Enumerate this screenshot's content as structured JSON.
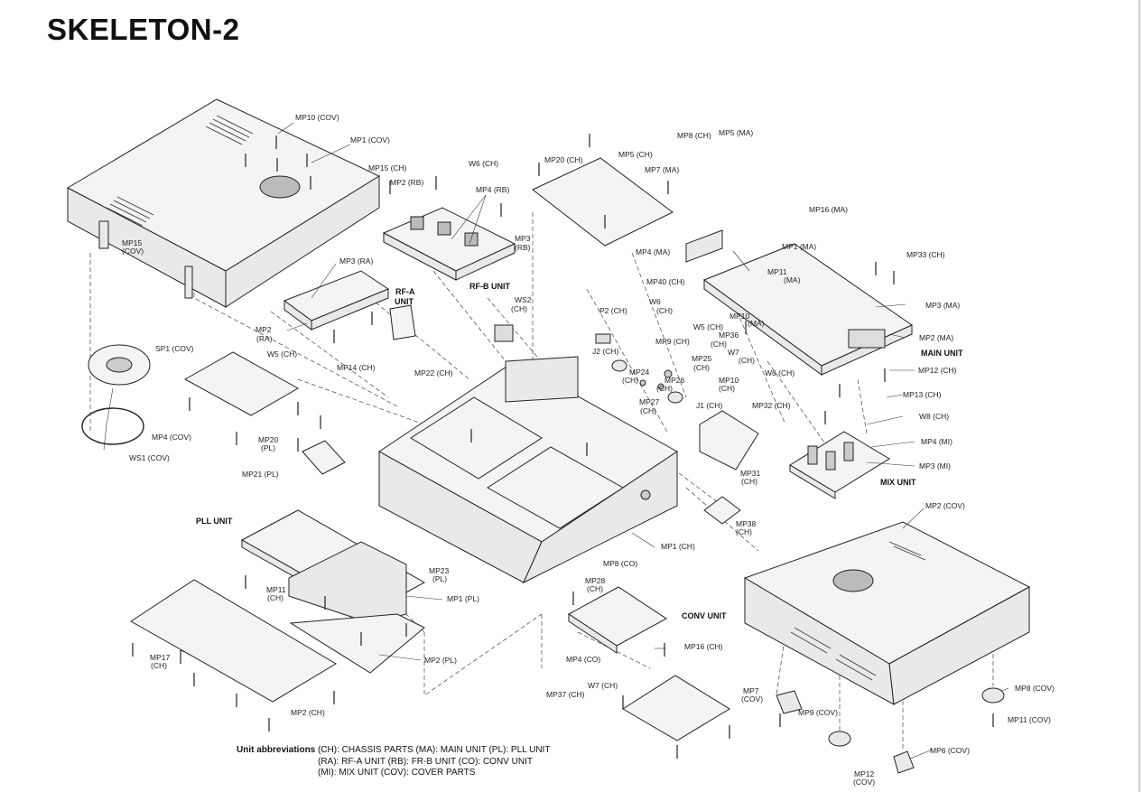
{
  "page": {
    "title": "SKELETON-2"
  },
  "abbreviations": {
    "heading": "Unit abbreviations",
    "line1": "(CH): CHASSIS PARTS  (MA): MAIN UNIT  (PL): PLL UNIT",
    "line2": "(RA): RF-A UNIT  (RB): FR-B UNIT  (CO): CONV UNIT",
    "line3": "(MI): MIX UNIT  (COV): COVER PARTS"
  },
  "units": {
    "rfa": "RF-A",
    "rfa2": "UNIT",
    "rfb": "RF-B UNIT",
    "main": "MAIN UNIT",
    "mix": "MIX UNIT",
    "pll": "PLL UNIT",
    "conv": "CONV UNIT"
  },
  "labels": {
    "mp10_cov": "MP10 (COV)",
    "mp1_cov": "MP1 (COV)",
    "mp15_cov_a": "MP15",
    "mp15_cov_b": "(COV)",
    "mp15_ch": "MP15 (CH)",
    "mp2_rb": "MP2 (RB)",
    "w6_ch_top": "W6 (CH)",
    "mp4_rb": "MP4 (RB)",
    "mp3_rb_a": "MP3",
    "mp3_rb_b": "(RB)",
    "mp20_ch": "MP20 (CH)",
    "mp5_ch": "MP5 (CH)",
    "mp8_ch": "MP8 (CH)",
    "mp5_ma": "MP5 (MA)",
    "mp7_ma": "MP7 (MA)",
    "mp16_ma": "MP16 (MA)",
    "mp4_ma": "MP4 (MA)",
    "mp1_ma": "MP1 (MA)",
    "mp11_ma_a": "MP11",
    "mp11_ma_b": "(MA)",
    "mp33_ch": "MP33 (CH)",
    "mp3_ra": "MP3 (RA)",
    "mp2_ra_a": "MP2",
    "mp2_ra_b": "(RA)",
    "w5_ch_left": "W5 (CH)",
    "mp14_ch": "MP14 (CH)",
    "ws2_ch_a": "WS2",
    "ws2_ch_b": "(CH)",
    "p2_ch": "P2 (CH)",
    "mp40_ch": "MP40 (CH)",
    "w6_ch_mid_a": "W6",
    "w6_ch_mid_b": "(CH)",
    "w5_ch_mid": "W5 (CH)",
    "mp10_ma_a": "MP10",
    "mp10_ma_b": "(MA)",
    "mp36_ch_a": "MP36",
    "mp36_ch_b": "(CH)",
    "w7_ch_mid_a": "W7",
    "w7_ch_mid_b": "(CH)",
    "w8_ch_mid": "W8 (CH)",
    "mp3_ma": "MP3 (MA)",
    "mp2_ma": "MP2 (MA)",
    "mp12_ch": "MP12 (CH)",
    "sp1_cov": "SP1 (COV)",
    "mp22_ch": "MP22 (CH)",
    "j2_ch_a": "J2 (CH)",
    "mp9_ch": "MP9 (CH)",
    "mp25_ch_a": "MP25",
    "mp25_ch_b": "(CH)",
    "mp24_ch_a": "MP24",
    "mp24_ch_b": "(CH)",
    "mp26_ch_a": "MP26",
    "mp26_ch_b": "(CH)",
    "mp10_ch_a": "MP10",
    "mp10_ch_b": "(CH)",
    "mp27_ch_a": "MP27",
    "mp27_ch_b": "(CH)",
    "j1_ch": "J1 (CH)",
    "mp32_ch": "MP32 (CH)",
    "mp13_ch": "MP13 (CH)",
    "w8_ch_right": "W8 (CH)",
    "mp4_mi": "MP4 (MI)",
    "mp3_mi": "MP3 (MI)",
    "mp4_cov": "MP4 (COV)",
    "ws1_cov": "WS1 (COV)",
    "mp20_pl_a": "MP20",
    "mp20_pl_b": "(PL)",
    "mp21_pl": "MP21 (PL)",
    "mp31_ch_a": "MP31",
    "mp31_ch_b": "(CH)",
    "mp38_ch_a": "MP38",
    "mp38_ch_b": "(CH)",
    "mp2_cov": "MP2 (COV)",
    "mp1_ch": "MP1 (CH)",
    "mp23_pl_a": "MP23",
    "mp23_pl_b": "(PL)",
    "mp11_ch_a": "MP11",
    "mp11_ch_b": "(CH)",
    "mp1_pl": "MP1 (PL)",
    "mp8_co": "MP8 (CO)",
    "mp28_ch_a": "MP28",
    "mp28_ch_b": "(CH)",
    "mp17_ch_a": "MP17",
    "mp17_ch_b": "(CH)",
    "mp2_pl": "MP2 (PL)",
    "mp4_co": "MP4 (CO)",
    "mp16_ch": "MP16 (CH)",
    "w7_ch_low": "W7 (CH)",
    "mp37_ch": "MP37 (CH)",
    "mp2_ch": "MP2 (CH)",
    "mp7_cov_a": "MP7",
    "mp7_cov_b": "(COV)",
    "mp9_cov": "MP9 (COV)",
    "mp8_cov": "MP8 (COV)",
    "mp11_cov": "MP11 (COV)",
    "mp6_cov": "MP6 (COV)",
    "mp12_cov_a": "MP12",
    "mp12_cov_b": "(COV)"
  }
}
